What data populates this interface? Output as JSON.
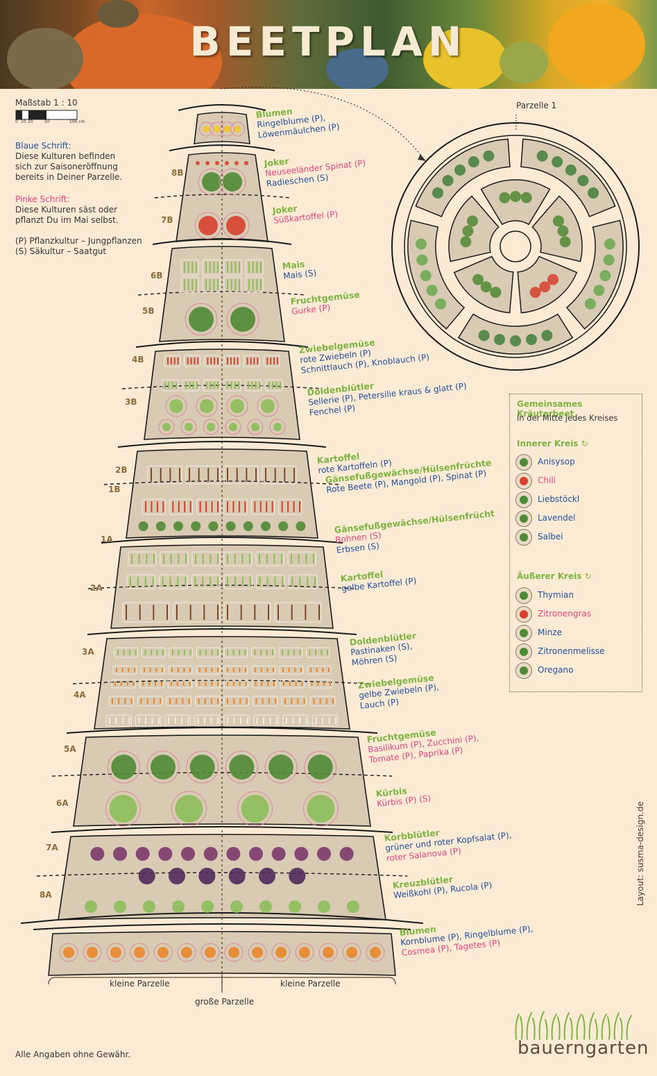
{
  "header": {
    "title": "BEETPLAN"
  },
  "scale": {
    "label": "Maßstab 1 : 10",
    "ticks": [
      "0",
      "10",
      "20",
      "50",
      "100 cm"
    ]
  },
  "notes": {
    "blue_title": "Blaue Schrift",
    "blue_text": "Diese Kulturen befinden sich zur Saisoneröffnung bereits in Deiner Parzelle.",
    "pink_title": "Pinke Schrift",
    "pink_text": "Diese Kulturen säst oder pflanzt Du im Mai selbst.",
    "key_p": "(P) Pflanzkultur – Jungpflanzen",
    "key_s": "(S) Säkultur – Saatgut"
  },
  "colors": {
    "soil": "#d9cab3",
    "bg": "#fcebd4",
    "green": "#7cb342",
    "blue": "#1f4e9a",
    "pink": "#e0447f",
    "bed_label": "#8b6d3d"
  },
  "beds": [
    {
      "id": "",
      "title": "Blumen",
      "lines": [
        {
          "t": "Ringelblume (P),",
          "c": "blue"
        },
        {
          "t": "Löwenmäulchen (P)",
          "c": "blue"
        }
      ]
    },
    {
      "id": "8B",
      "title": "Joker",
      "lines": [
        {
          "t": "Neuseeländer Spinat (P)",
          "c": "pink"
        },
        {
          "t": "Radieschen (S)",
          "c": "blue"
        }
      ]
    },
    {
      "id": "7B",
      "title": "Joker",
      "lines": [
        {
          "t": "Süßkartoffel (P)",
          "c": "pink"
        }
      ]
    },
    {
      "id": "6B",
      "title": "Mais",
      "lines": [
        {
          "t": "Mais (S)",
          "c": "blue"
        }
      ]
    },
    {
      "id": "5B",
      "title": "Fruchtgemüse",
      "lines": [
        {
          "t": "Gurke (P)",
          "c": "pink"
        }
      ]
    },
    {
      "id": "4B",
      "title": "Zwiebelgemüse",
      "lines": [
        {
          "t": "rote Zwiebeln (P)",
          "c": "blue"
        },
        {
          "t": "Schnittlauch (P), Knoblauch (P)",
          "c": "blue"
        }
      ]
    },
    {
      "id": "3B",
      "title": "Doldenblütler",
      "lines": [
        {
          "t": "Sellerie (P), Petersilie kraus & glatt (P)",
          "c": "blue"
        },
        {
          "t": "Fenchel (P)",
          "c": "blue"
        }
      ]
    },
    {
      "id": "2B",
      "title": "Kartoffel",
      "lines": [
        {
          "t": "rote Kartoffeln (P)",
          "c": "blue"
        }
      ]
    },
    {
      "id": "1B",
      "title": "Gänsefußgewächse/Hülsenfrüchte",
      "lines": [
        {
          "t": "Rote Beete (P), Mangold (P), Spinat (P)",
          "c": "blue"
        }
      ]
    },
    {
      "id": "1A",
      "title": "Gänsefußgewächse/Hülsenfrücht",
      "lines": [
        {
          "t": "Bohnen (S)",
          "c": "pink"
        },
        {
          "t": "Erbsen (S)",
          "c": "blue"
        }
      ]
    },
    {
      "id": "2A",
      "title": "Kartoffel",
      "lines": [
        {
          "t": "gelbe Kartoffel (P)",
          "c": "blue"
        }
      ]
    },
    {
      "id": "3A",
      "title": "Doldenblütler",
      "lines": [
        {
          "t": "Pastinaken (S),",
          "c": "blue"
        },
        {
          "t": "Möhren (S)",
          "c": "blue"
        }
      ]
    },
    {
      "id": "4A",
      "title": "Zwiebelgemüse",
      "lines": [
        {
          "t": "gelbe Zwiebeln (P),",
          "c": "blue"
        },
        {
          "t": "Lauch (P)",
          "c": "blue"
        }
      ]
    },
    {
      "id": "5A",
      "title": "Fruchtgemüse",
      "lines": [
        {
          "t": "Basilikum (P), Zucchini (P),",
          "c": "pink"
        },
        {
          "t": "Tomate (P), Paprika (P)",
          "c": "pink"
        }
      ]
    },
    {
      "id": "6A",
      "title": "Kürbis",
      "lines": [
        {
          "t": "Kürbis (P) (S)",
          "c": "pink"
        }
      ]
    },
    {
      "id": "7A",
      "title": "Korbblütler",
      "lines": [
        {
          "t": "grüner und roter Kopfsalat (P),",
          "c": "blue"
        },
        {
          "t": "roter Salanova (P)",
          "c": "pink"
        }
      ]
    },
    {
      "id": "8A",
      "title": "Kreuzblütler",
      "lines": [
        {
          "t": "Weißkohl (P), Rucola (P)",
          "c": "blue"
        }
      ]
    },
    {
      "id": "",
      "title": "Blumen",
      "lines": [
        {
          "t": "Kornblume (P), Ringelblume (P),",
          "c": "blue"
        },
        {
          "t": "Cosmea (P), Tagetes (P)",
          "c": "pink"
        }
      ]
    }
  ],
  "bottom": {
    "small_left": "kleine Parzelle",
    "small_right": "kleine Parzelle",
    "large": "große Parzelle"
  },
  "circle": {
    "label": "Parzelle 1"
  },
  "legend": {
    "title": "Gemeinsames Kräuterbeet",
    "subtitle": "in der Mitte jedes Kreises",
    "inner_title": "Innerer Kreis",
    "inner": [
      {
        "name": "Anisysop",
        "c": "blue"
      },
      {
        "name": "Chili",
        "c": "pink"
      },
      {
        "name": "Liebstöckl",
        "c": "blue"
      },
      {
        "name": "Lavendel",
        "c": "blue"
      },
      {
        "name": "Salbei",
        "c": "blue"
      }
    ],
    "outer_title": "Äußerer Kreis",
    "outer": [
      {
        "name": "Thymian",
        "c": "blue"
      },
      {
        "name": "Zitronengras",
        "c": "pink"
      },
      {
        "name": "Minze",
        "c": "blue"
      },
      {
        "name": "Zitronenmelisse",
        "c": "blue"
      },
      {
        "name": "Oregano",
        "c": "blue"
      }
    ]
  },
  "footer": {
    "disclaimer": "Alle Angaben ohne Gewähr.",
    "credit": "Layout: susma-design.de",
    "brand": "bauerngarten"
  }
}
